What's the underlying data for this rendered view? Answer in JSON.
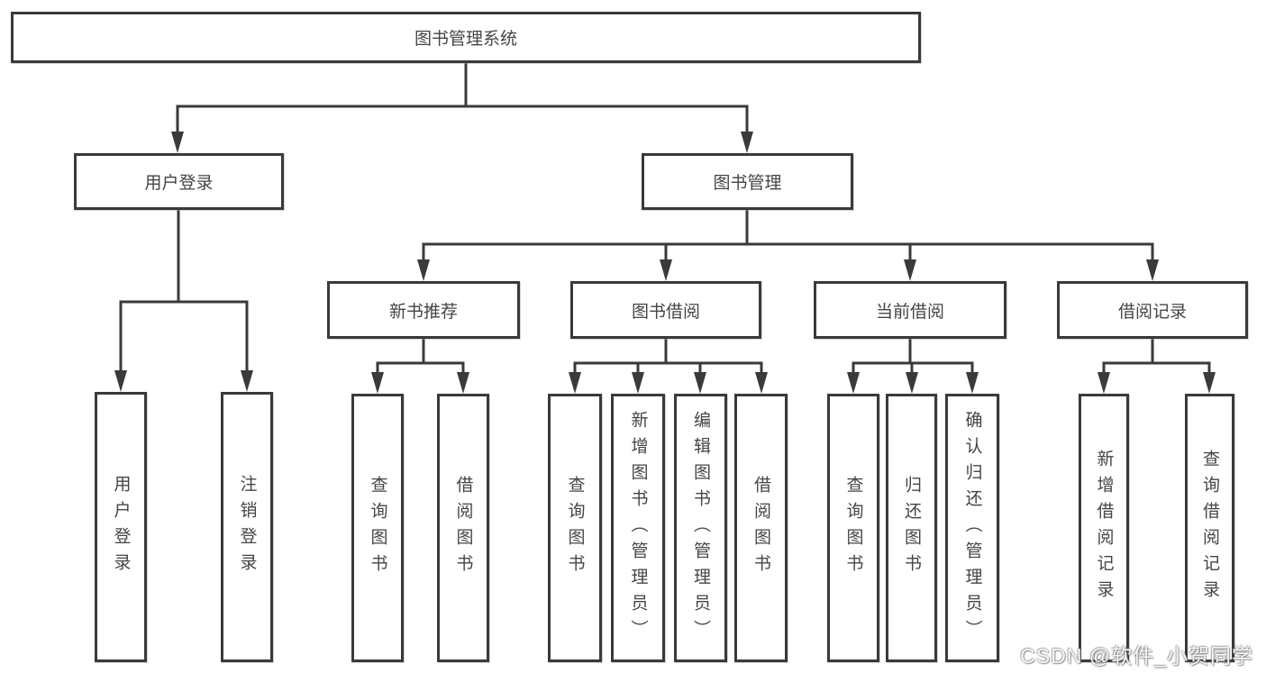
{
  "diagram": {
    "root": {
      "label": "图书管理系统"
    },
    "branches": [
      {
        "label": "用户登录",
        "children": [
          {
            "label": "用户登录"
          },
          {
            "label": "注销登录"
          }
        ]
      },
      {
        "label": "图书管理",
        "children": [
          {
            "label": "新书推荐",
            "children": [
              {
                "label": "查询图书"
              },
              {
                "label": "借阅图书"
              }
            ]
          },
          {
            "label": "图书借阅",
            "children": [
              {
                "label": "查询图书"
              },
              {
                "label": "新增图书（管理员）"
              },
              {
                "label": "编辑图书（管理员）"
              },
              {
                "label": "借阅图书"
              }
            ]
          },
          {
            "label": "当前借阅",
            "children": [
              {
                "label": "查询图书"
              },
              {
                "label": "归还图书"
              },
              {
                "label": "确认归还（管理员）"
              }
            ]
          },
          {
            "label": "借阅记录",
            "children": [
              {
                "label": "新增借阅记录"
              },
              {
                "label": "查询借阅记录"
              }
            ]
          }
        ]
      }
    ]
  },
  "watermark": {
    "text": "CSDN @软件_小贺同学"
  },
  "colors": {
    "line": "#3a3a3a",
    "box_border": "#3a3a3a",
    "box_background": "#ffffff",
    "text": "#454545",
    "background": "#ffffff"
  }
}
